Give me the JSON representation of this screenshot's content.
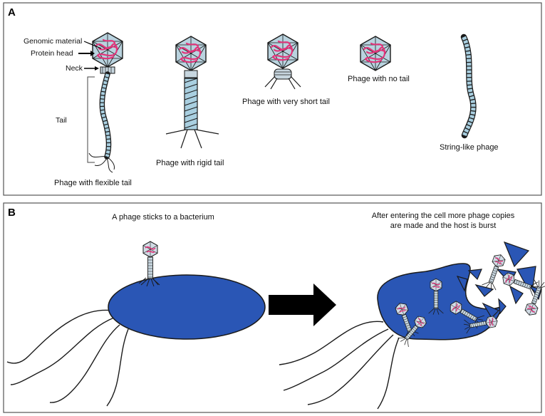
{
  "panel_a": {
    "label": "A",
    "annotations": {
      "genomic": "Genomic material",
      "head": "Protein head",
      "neck": "Neck",
      "tail": "Tail"
    },
    "captions": {
      "flexible": "Phage with flexible tail",
      "rigid": "Phage with rigid tail",
      "short": "Phage with very short tail",
      "notail": "Phage with no tail",
      "string": "String-like phage"
    }
  },
  "panel_b": {
    "label": "B",
    "left_caption": "A phage sticks to a bacterium",
    "right_caption_line1": "After entering the cell more phage copies",
    "right_caption_line2": "are made and the host is burst"
  },
  "colors": {
    "capsid_fill": "#b9d3df",
    "dna": "#e0357a",
    "tail_fill": "#a9cfe0",
    "bacterium": "#2a56b5",
    "outline": "#1a1a1a",
    "arrow": "#000000"
  }
}
